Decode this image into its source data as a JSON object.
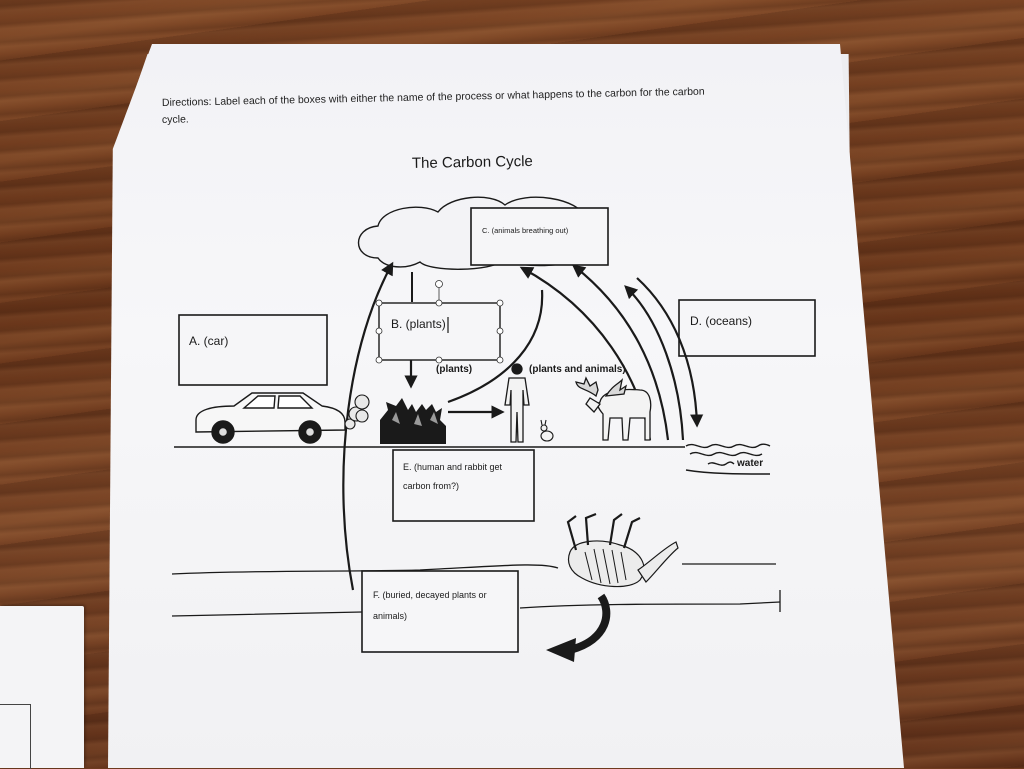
{
  "worksheet": {
    "directions_line1": "Directions:  Label each of the boxes with either the name of the process or what happens to the carbon  for the carbon",
    "directions_line2": "cycle.",
    "title": "The Carbon Cycle"
  },
  "boxes": {
    "a": "A. (car)",
    "b": "B. (plants)",
    "c": "C. (animals breathing out)",
    "d": "D. (oceans)",
    "e_line1": "E. (human and rabbit get",
    "e_line2": "carbon from?)",
    "f_line1": "F. (buried, decayed plants or",
    "f_line2": "animals)"
  },
  "labels": {
    "plants": "(plants)",
    "plants_and_animals": "(plants and animals)",
    "water": "water"
  },
  "colors": {
    "ink": "#1a1a1a",
    "paper": "#f4f4f7",
    "desk": "#6e3a1e"
  },
  "icons": [
    "cloud-icon",
    "car-icon",
    "exhaust-smoke-icon",
    "plants-icon",
    "human-icon",
    "rabbit-icon",
    "moose-icon",
    "water-waves-icon",
    "dead-animal-icon",
    "curved-arrow-icon"
  ]
}
